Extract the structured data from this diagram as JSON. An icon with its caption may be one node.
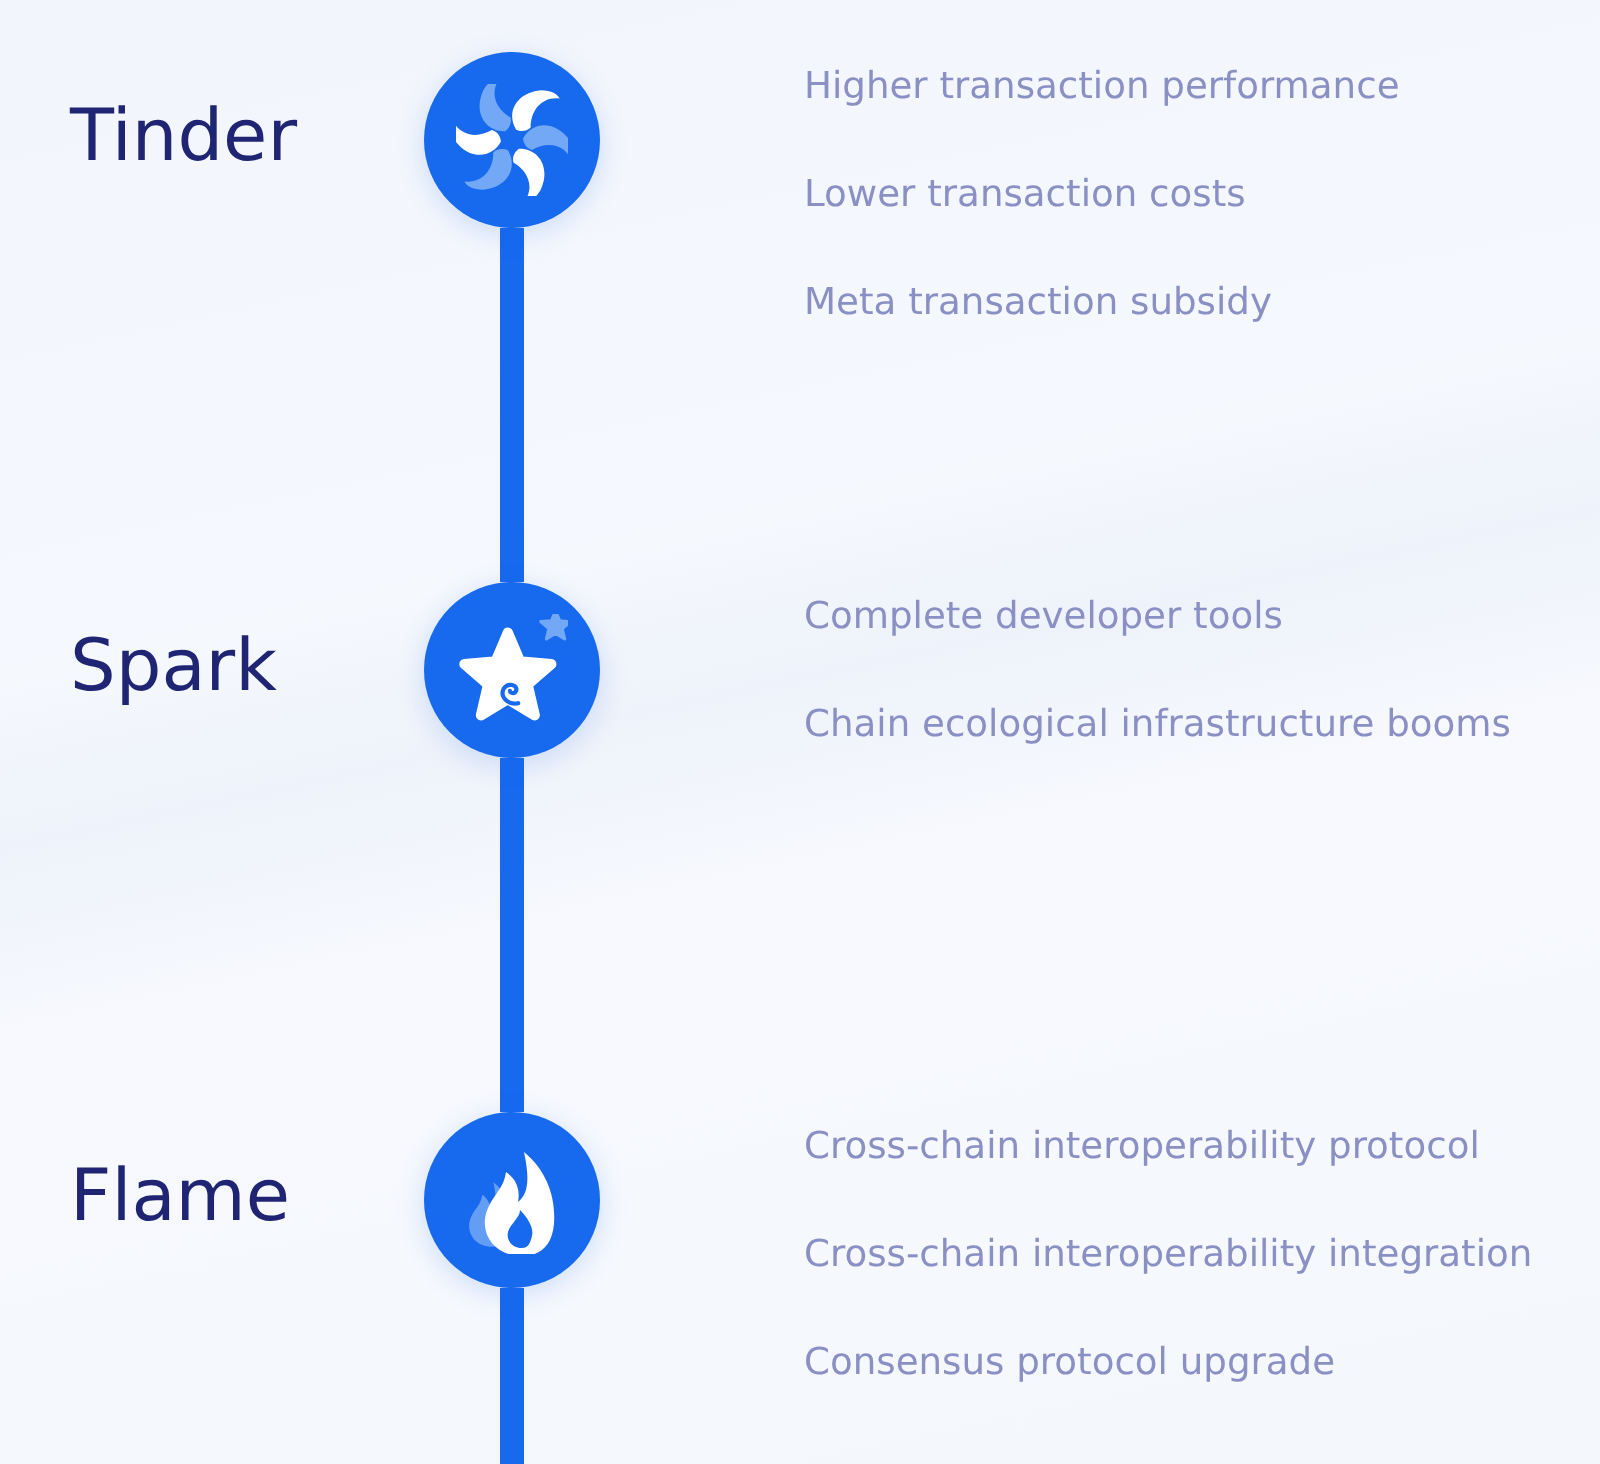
{
  "diagram": {
    "nodes": [
      {
        "text": [],
        "shape": "circle",
        "beside": [
          "Tinder",
          "Higher transaction performance",
          "Lower transaction costs",
          "Meta transaction subsidy"
        ]
      },
      {
        "text": [],
        "shape": "circle",
        "beside": [
          "Spark",
          "Complete developer tools",
          "Chain ecological infrastructure booms"
        ]
      },
      {
        "text": [],
        "shape": "circle",
        "beside": [
          "Flame",
          "Cross-chain interoperability protocol",
          "Cross-chain interoperability integration",
          "Consensus protocol upgrade"
        ]
      }
    ],
    "edges": [
      {
        "from": 0,
        "to": 1,
        "arrow": "none"
      },
      {
        "from": 1,
        "to": 2,
        "arrow": "none"
      },
      {
        "from": 2,
        "to": null,
        "arrow": "none"
      }
    ]
  }
}
